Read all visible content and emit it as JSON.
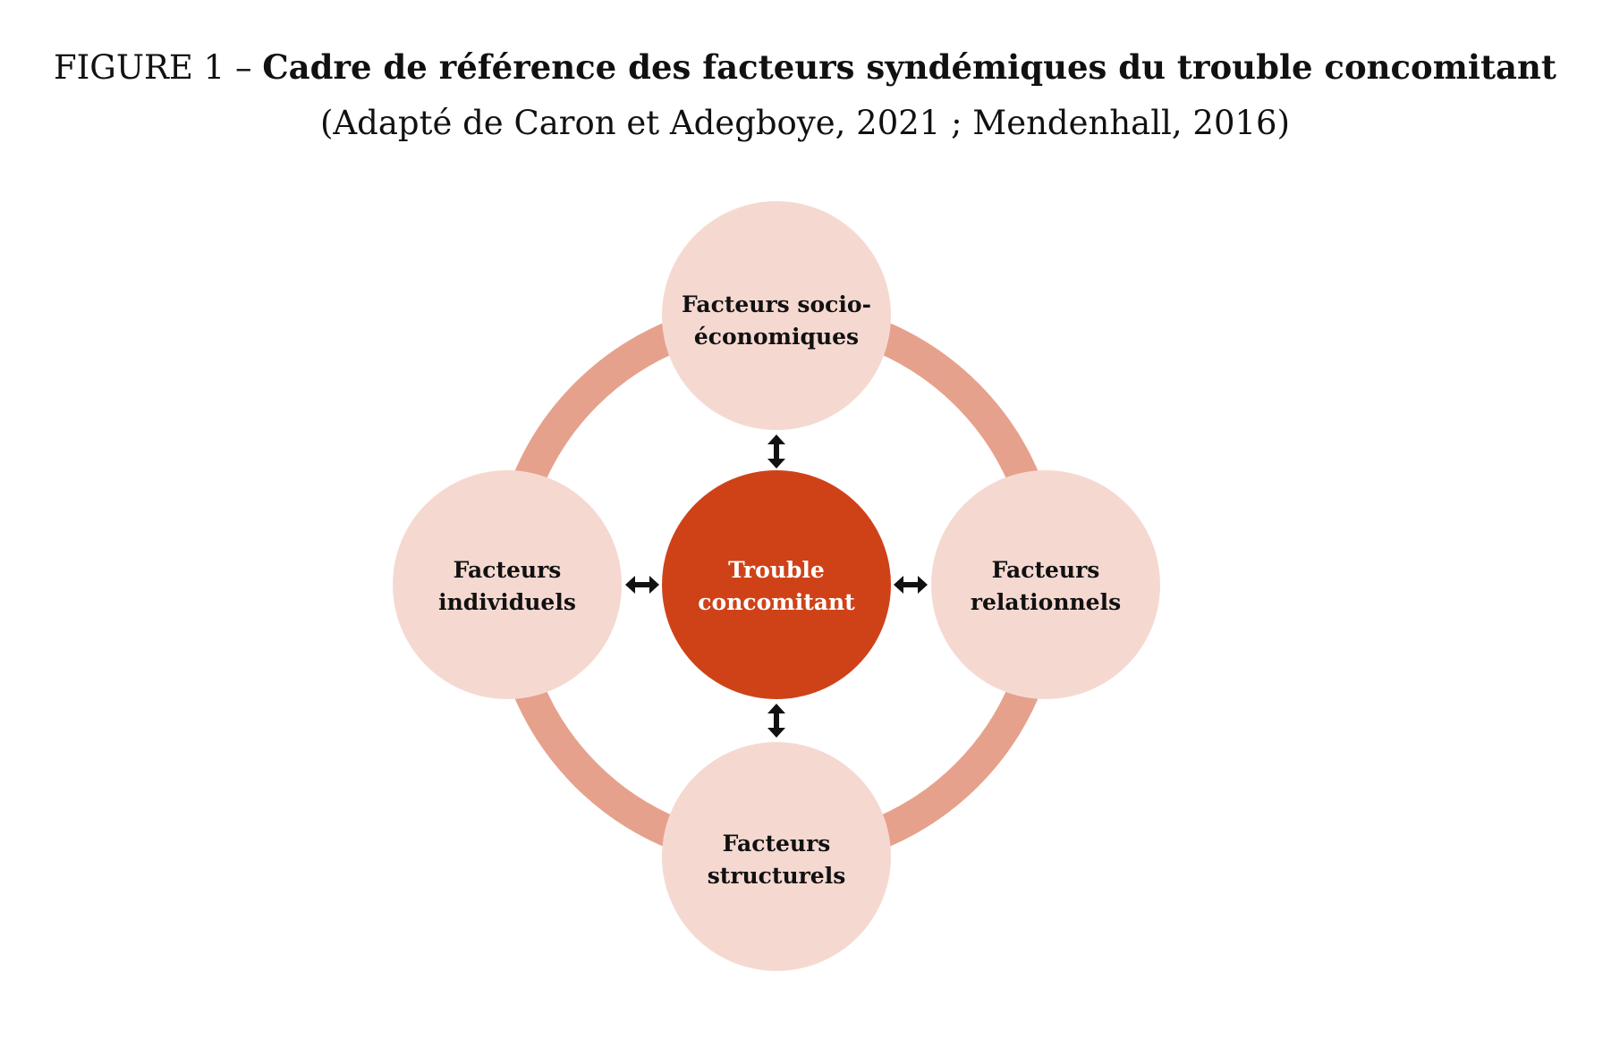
{
  "title": {
    "prefix": "FIGURE 1 – ",
    "main": "Cadre de référence des facteurs syndémiques du trouble concomitant",
    "subtitle": "(Adapté de Caron et Adegboye, 2021 ; Mendenhall, 2016)"
  },
  "nodes": {
    "center": {
      "line1": "Trouble",
      "line2": "concomitant"
    },
    "top": {
      "line1": "Facteurs socio-",
      "line2": "économiques"
    },
    "left": {
      "line1": "Facteurs",
      "line2": "individuels"
    },
    "right": {
      "line1": "Facteurs",
      "line2": "relationnels"
    },
    "bottom": {
      "line1": "Facteurs",
      "line2": "structurels"
    }
  },
  "colors": {
    "center": "#cf4218",
    "satellite": "#f5d9d1",
    "ring": "#e6a18c",
    "arrow": "#111111"
  }
}
